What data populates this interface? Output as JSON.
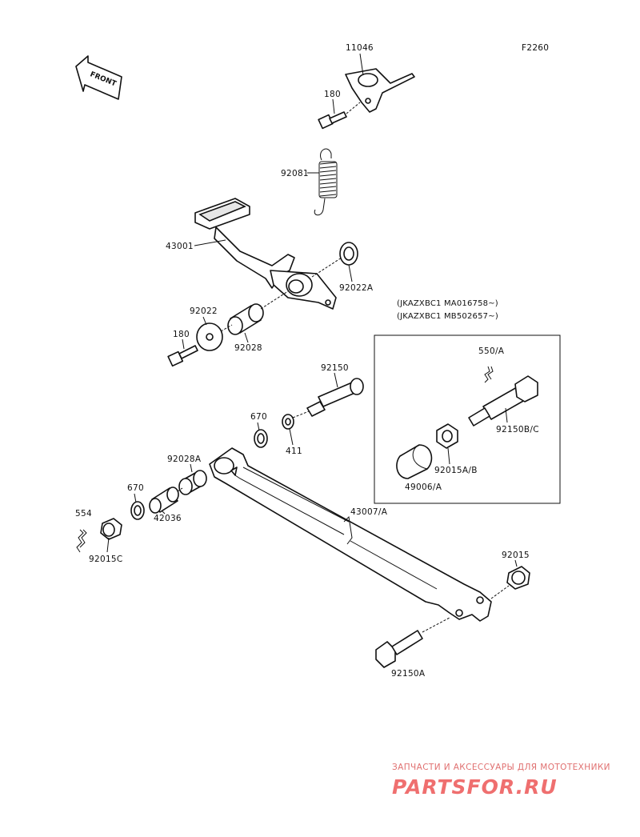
{
  "figure_code": "F2260",
  "front_label": "FRONT",
  "variant_box": {
    "line1": "(JKAZXBC1 MA016758~)",
    "line2": "(JKAZXBC1 MB502657~)"
  },
  "parts": {
    "p11046": "11046",
    "p180_top": "180",
    "p92081": "92081",
    "p43001": "43001",
    "p92022A": "92022A",
    "p92022": "92022",
    "p180_mid": "180",
    "p92028": "92028",
    "p92150": "92150",
    "p670_top": "670",
    "p411": "411",
    "p92028A": "92028A",
    "p670_left": "670",
    "p42036": "42036",
    "p554": "554",
    "p92015C": "92015C",
    "p43007A": "43007/A",
    "p92015": "92015",
    "p92150A": "92150A",
    "p550A": "550/A",
    "p92150BC": "92150B/C",
    "p92015AB": "92015A/B",
    "p49006A": "49006/A"
  },
  "watermark": {
    "tagline": "ЗАПЧАСТИ И АКСЕССУАРЫ ДЛЯ МОТОТЕХНИКИ",
    "brand": "PARTSFOR.RU"
  },
  "colors": {
    "line": "#111111",
    "background": "#ffffff",
    "watermark": "#ef6f6f"
  }
}
